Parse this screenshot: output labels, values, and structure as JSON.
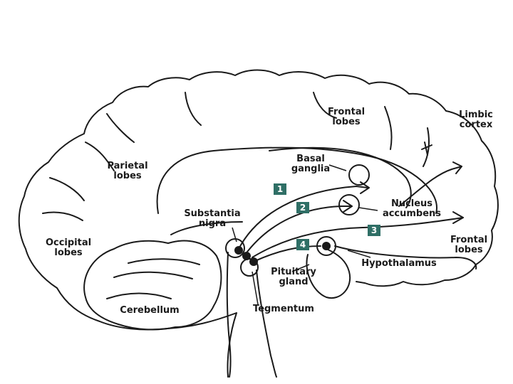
{
  "labels": {
    "frontal_top": "Frontal\nlobes",
    "limbic": "Limbic\ncortex",
    "parietal": "Parietal\nlobes",
    "basal": "Basal\nganglia",
    "substantia": "Substantia\nnigra",
    "nucleus": "Nucleus\naccumbens",
    "occipital": "Occipital\nlobes",
    "frontal_bottom": "Frontal\nlobes",
    "hypothalamus": "Hypothalamus",
    "pituitary": "Pituitary\ngland",
    "cerebellum": "Cerebellum",
    "tegmentum": "Tegmentum"
  },
  "pathways": [
    "1",
    "2",
    "3",
    "4"
  ],
  "colors": {
    "line": "#1a1a1a",
    "badge": "#2f6f66",
    "badge_text": "#ffffff"
  }
}
